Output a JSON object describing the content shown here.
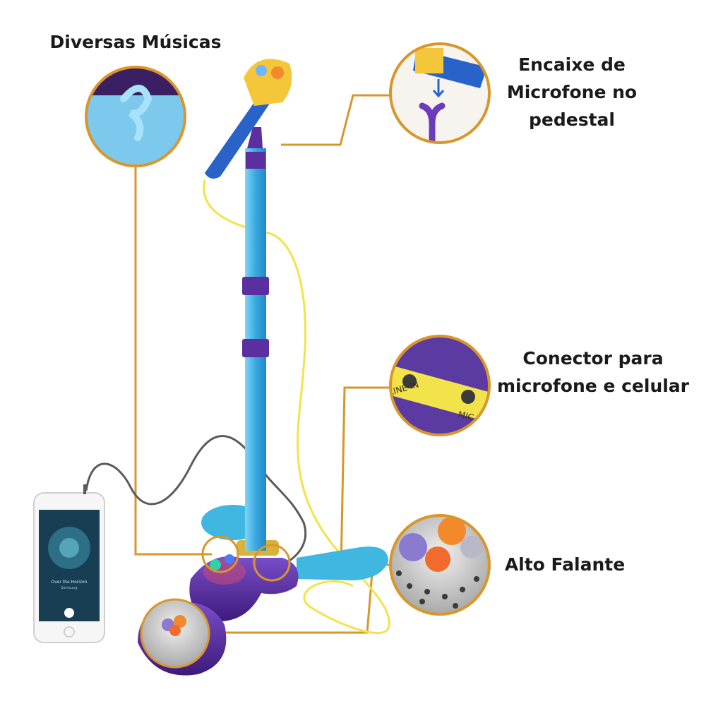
{
  "labels": {
    "music": "Diversas Músicas",
    "mic_holder": "Encaixe de Microfone no pedestal",
    "connector": "Conector para microfone e celular",
    "speaker": "Alto Falante"
  },
  "port_labels": {
    "line_in": "LINE-IN",
    "mic": "MIC"
  },
  "phone": {
    "song_title": "Over the Horizon",
    "artist": "Samsung"
  },
  "colors": {
    "callout": "#d9962b",
    "stand_blue": "#4db8e8",
    "purple": "#5b2fa0",
    "cable": "#f2e34a"
  }
}
